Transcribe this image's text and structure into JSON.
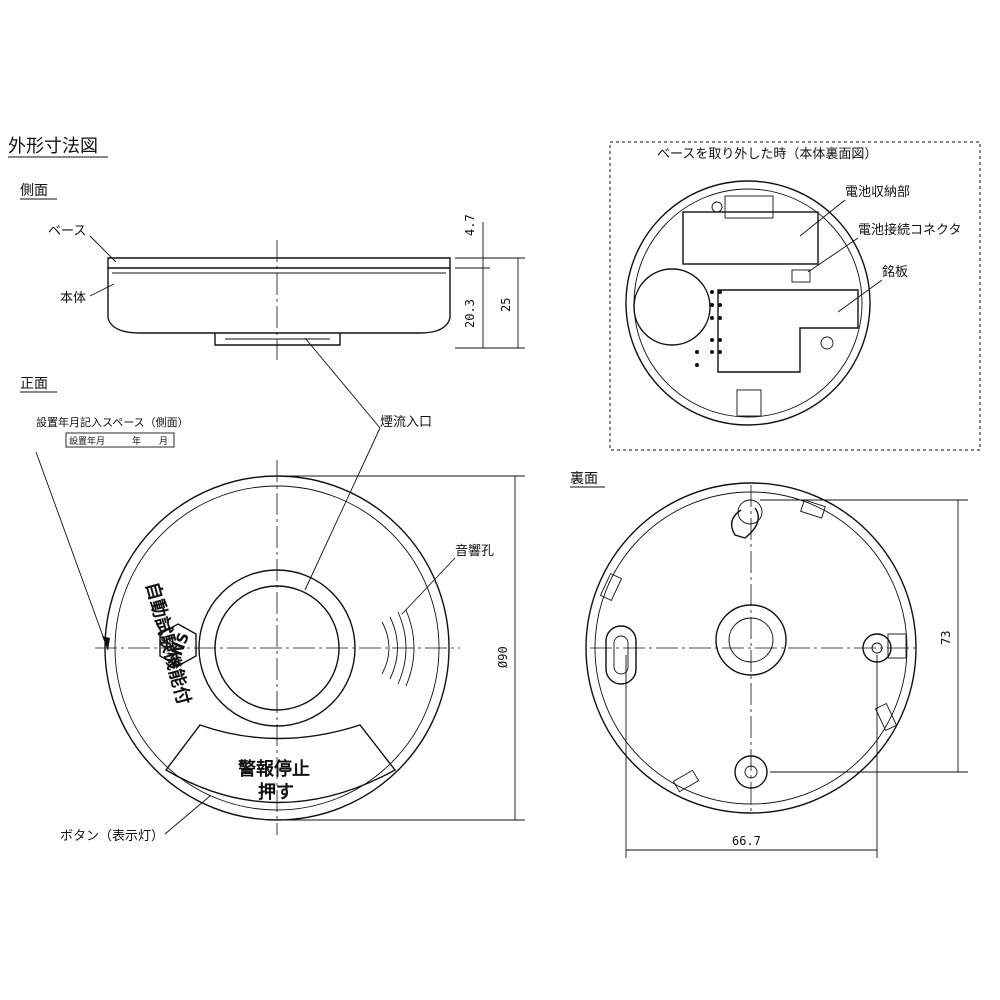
{
  "title": "外形寸法図",
  "views": {
    "side": "側面",
    "front": "正面",
    "back": "裏面",
    "back_removed": "ベースを取り外した時（本体裏面図）"
  },
  "labels": {
    "base": "ベース",
    "body": "本体",
    "smoke_inlet": "煙流入口",
    "install_date_space": "設置年月記入スペース（側面）",
    "install_date_box": "設置年月　　　年　　月",
    "sound_hole": "音響孔",
    "button": "ボタン（表示灯）",
    "battery_compartment": "電池収納部",
    "battery_connector": "電池接続コネクタ",
    "nameplate": "銘板",
    "self_test": "自動試験機能付",
    "ns_mark": "NS",
    "alarm_stop_1": "警報停止",
    "alarm_stop_2": "押す"
  },
  "dimensions": {
    "base_height": "4.7",
    "body_height": "20.3",
    "total_height": "25",
    "diameter": "Ø90",
    "back_height": "73",
    "back_width": "66.7"
  }
}
